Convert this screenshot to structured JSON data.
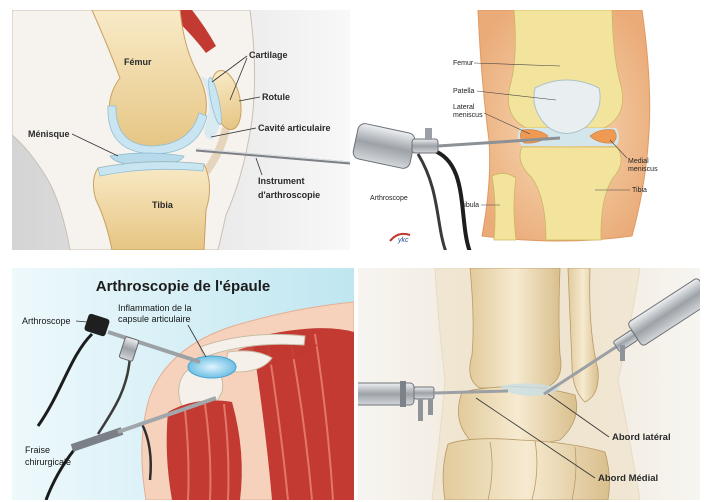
{
  "knee_lateral_view": {
    "labels": {
      "femur": "Fémur",
      "cartilage": "Cartilage",
      "rotule": "Rotule",
      "menisque": "Ménisque",
      "cavite_articulaire": "Cavité articulaire",
      "tibia": "Tibia",
      "instrument_line1": "Instrument",
      "instrument_line2": "d'arthroscopie"
    }
  },
  "knee_front_view": {
    "labels": {
      "femur": "Femur",
      "patella": "Patella",
      "lateral_meniscus_line1": "Lateral",
      "lateral_meniscus_line2": "meniscus",
      "medial_meniscus_line1": "Medial",
      "medial_meniscus_line2": "meniscus",
      "arthroscope": "Arthroscope",
      "fibula": "Fibula",
      "tibia": "Tibia"
    },
    "logo_text": "ykc"
  },
  "shoulder_view": {
    "title": "Arthroscopie de l'épaule",
    "labels": {
      "arthroscope": "Arthroscope",
      "inflammation_line1": "Inflammation de la",
      "inflammation_line2": "capsule articulaire",
      "fraise_line1": "Fraise",
      "fraise_line2": "chirurgicale"
    }
  },
  "ankle_view": {
    "labels": {
      "abord_lateral": "Abord latéral",
      "abord_medial": "Abord Médial"
    }
  },
  "colors": {
    "bone": "#e6c583",
    "bone_light": "#f9ebc8",
    "cartilage": "#c9e5f1",
    "muscle": "#c23a32",
    "skin": "#f6d2bc",
    "knee_skin": "#eaab78",
    "knee_bone": "#f2e39d",
    "meniscus_orange": "#ef9a52",
    "shoulder_bg": "#bfe6f0",
    "capsule_blue": "#6fbfe3",
    "label_text": "#2a2a2a"
  }
}
